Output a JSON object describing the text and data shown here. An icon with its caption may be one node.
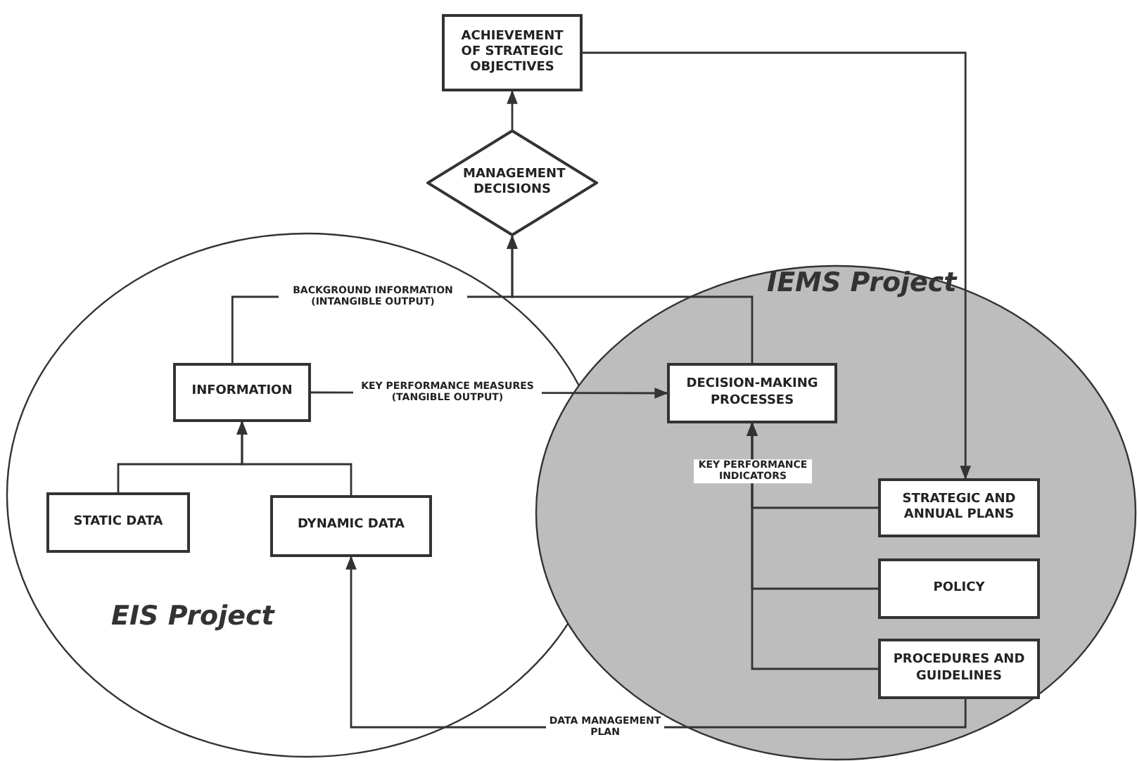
{
  "diagram": {
    "nodes": [
      {
        "text": [
          "ACHIEVEMENT OF STRATEGIC OBJECTIVES"
        ]
      },
      {
        "text": [
          "MANAGEMENT DECISIONS"
        ]
      },
      {
        "text": [
          "EIS Project"
        ]
      },
      {
        "text": [
          "INFORMATION"
        ],
        "in": 2
      },
      {
        "text": [
          "STATIC DATA"
        ],
        "in": 2
      },
      {
        "text": [
          "DYNAMIC DATA"
        ],
        "in": 2
      },
      {
        "text": [
          "IEMS Project"
        ]
      },
      {
        "text": [
          "DECISION-MAKING PROCESSES"
        ],
        "in": 6
      },
      {
        "text": [
          "STRATEGIC AND ANNUAL PLANS"
        ],
        "in": 6
      },
      {
        "text": [
          "POLICY"
        ],
        "in": 6
      },
      {
        "text": [
          "PROCEDURES AND GUIDELINES"
        ],
        "in": 6
      }
    ],
    "edges": [
      {
        "from": 4,
        "to": 3,
        "arrow": "to"
      },
      {
        "from": 5,
        "to": 3,
        "arrow": "to"
      },
      {
        "from": 3,
        "to": 1,
        "arrow": "to",
        "label": "BACKGROUND INFORMATION (INTANGIBLE OUTPUT)"
      },
      {
        "from": 7,
        "to": 1,
        "arrow": "to"
      },
      {
        "from": 3,
        "to": 7,
        "arrow": "to",
        "label": "KEY PERFORMANCE MEASURES (TANGIBLE OUTPUT)"
      },
      {
        "from": 1,
        "to": 0,
        "arrow": "to"
      },
      {
        "from": 0,
        "to": 8,
        "arrow": "to"
      },
      {
        "from": 8,
        "to": 7,
        "arrow": "to",
        "label": "KEY PERFORMANCE INDICATORS"
      },
      {
        "from": 9,
        "to": 7,
        "arrow": "to"
      },
      {
        "from": 10,
        "to": 7,
        "arrow": "to"
      },
      {
        "from": 10,
        "to": 5,
        "arrow": "to",
        "label": "DATA MANAGEMENT PLAN"
      }
    ]
  }
}
